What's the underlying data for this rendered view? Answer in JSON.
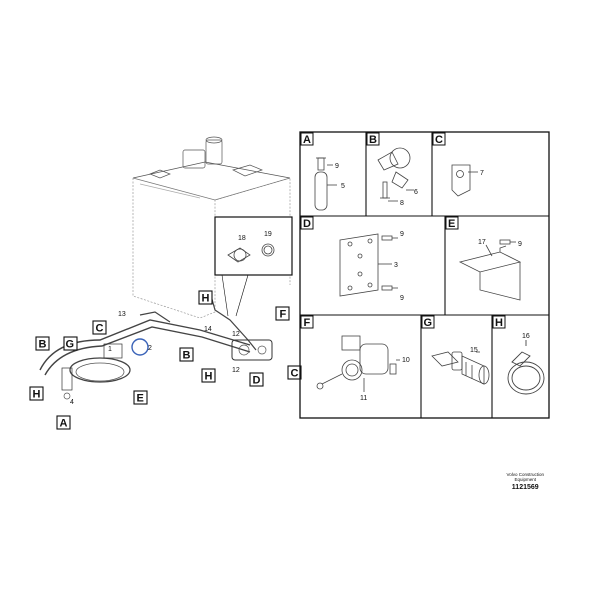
{
  "panels": {
    "A": {
      "letter": "A",
      "labels": [
        "9",
        "5"
      ]
    },
    "B": {
      "letter": "B",
      "labels": [
        "6",
        "8"
      ]
    },
    "C": {
      "letter": "C",
      "labels": [
        "7"
      ]
    },
    "D": {
      "letter": "D",
      "labels": [
        "9",
        "3",
        "9"
      ]
    },
    "E": {
      "letter": "E",
      "labels": [
        "17",
        "9"
      ]
    },
    "F": {
      "letter": "F",
      "labels": [
        "10",
        "11"
      ]
    },
    "G": {
      "letter": "G",
      "labels": [
        "15"
      ]
    },
    "H": {
      "letter": "H",
      "labels": [
        "16"
      ]
    }
  },
  "inset": {
    "labels": [
      "18",
      "19"
    ]
  },
  "main": {
    "callouts": [
      "H",
      "F",
      "C",
      "B",
      "G",
      "B",
      "H",
      "D",
      "C",
      "H",
      "A",
      "E"
    ],
    "numbers": [
      "13",
      "14",
      "12",
      "12",
      "1",
      "2",
      "4"
    ]
  },
  "footer": {
    "line1": "Volvo Construction",
    "line2": "Equipment",
    "code": "1121569"
  }
}
